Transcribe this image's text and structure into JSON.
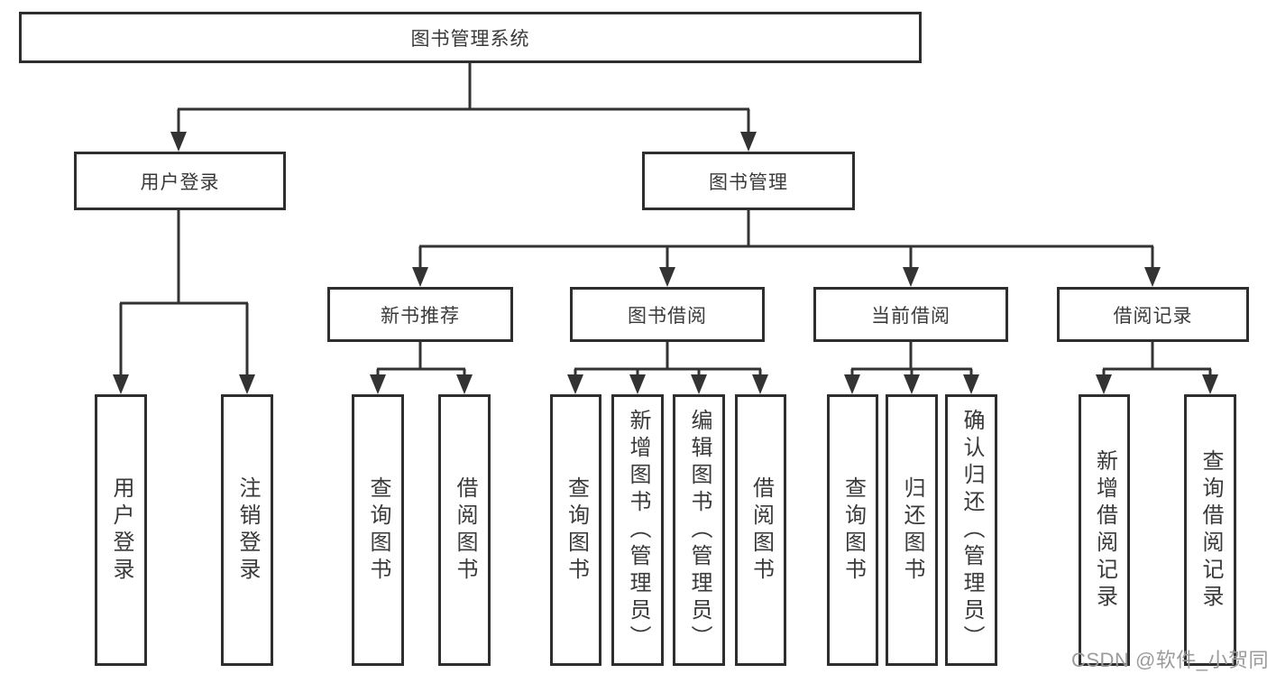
{
  "diagram_title": "图书管理系统",
  "nodes": {
    "root": "图书管理系统",
    "login_group": "用户登录",
    "book_group": "图书管理",
    "new_book": "新书推荐",
    "borrow": "图书借阅",
    "current": "当前借阅",
    "records": "借阅记录",
    "leaf_user_login": "用户登录",
    "leaf_logout": "注销登录",
    "leaf_nb_query": "查询图书",
    "leaf_nb_borrow": "借阅图书",
    "leaf_bb_query": "查询图书",
    "leaf_bb_add": "新增图书（管理员）",
    "leaf_bb_edit": "编辑图书（管理员）",
    "leaf_bb_borrow": "借阅图书",
    "leaf_cb_query": "查询图书",
    "leaf_cb_return": "归还图书",
    "leaf_cb_confirm": "确认归还（管理员）",
    "leaf_br_add": "新增借阅记录",
    "leaf_br_query": "查询借阅记录"
  },
  "watermark": "CSDN @软件_小贺同学",
  "colors": {
    "line": "#333333",
    "border": "#2e2e2e",
    "text": "#3a3a3a",
    "watermark": "#9b9b9b",
    "background": "#ffffff"
  },
  "structure": {
    "root_children": [
      "用户登录",
      "图书管理"
    ],
    "用户登录": [
      "用户登录",
      "注销登录"
    ],
    "图书管理": [
      "新书推荐",
      "图书借阅",
      "当前借阅",
      "借阅记录"
    ],
    "新书推荐": [
      "查询图书",
      "借阅图书"
    ],
    "图书借阅": [
      "查询图书",
      "新增图书（管理员）",
      "编辑图书（管理员）",
      "借阅图书"
    ],
    "当前借阅": [
      "查询图书",
      "归还图书",
      "确认归还（管理员）"
    ],
    "借阅记录": [
      "新增借阅记录",
      "查询借阅记录"
    ]
  }
}
